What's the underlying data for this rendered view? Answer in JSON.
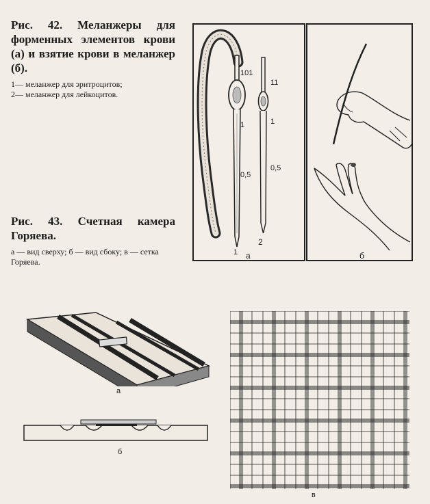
{
  "fig42": {
    "title": "Рис. 42. Меланжеры для форменных элементов крови (а) и взятие крови в меланжер (б).",
    "items": [
      "1— меланжер для эритроцитов;",
      "2— меланжер для лейкоцитов."
    ]
  },
  "fig43": {
    "title": "Рис. 43. Счетная камера Горяева.",
    "legend": "а — вид сверху; б — вид сбоку; в — сетка Горяева."
  },
  "panel_a": {
    "mark_101": "101",
    "mark_11": "11",
    "mark_1_left": "1",
    "mark_1_right": "1",
    "mark_05_left": "0,5",
    "mark_05_right": "0,5",
    "num_1": "1",
    "num_2": "2",
    "label": "а"
  },
  "panel_b": {
    "label": "б"
  },
  "fig43_labels": {
    "a": "а",
    "b": "б",
    "v": "в"
  }
}
